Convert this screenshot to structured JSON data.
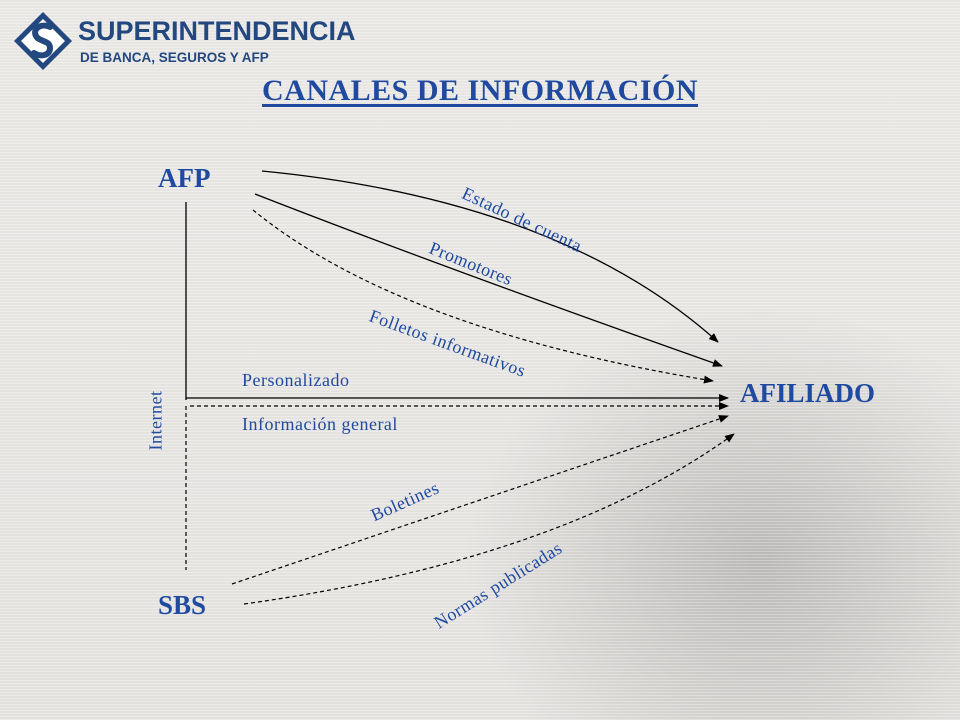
{
  "logo": {
    "line1": "SUPERINTENDENCIA",
    "line2": "DE BANCA, SEGUROS Y AFP",
    "brand_color": "#23477f"
  },
  "title": "CANALES DE INFORMACIÓN",
  "nodes": {
    "afp": "AFP",
    "sbs": "SBS",
    "afiliado": "AFILIADO"
  },
  "channels": {
    "estado_de_cuenta": "Estado de cuenta",
    "promotores": "Promotores",
    "folletos": "Folletos informativos",
    "personalizado": "Personalizado",
    "informacion_general": "Información general",
    "internet": "Internet",
    "boletines": "Boletines",
    "normas": "Normas publicadas"
  },
  "colors": {
    "text": "#1f4aa0",
    "line": "#000000"
  }
}
